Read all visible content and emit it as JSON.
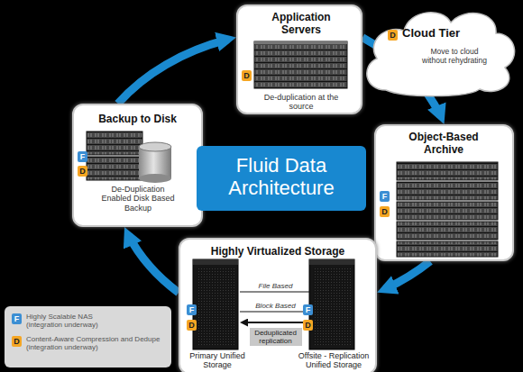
{
  "diagram": {
    "nodes": [
      {
        "text": [
          "Application Servers",
          "De-duplication at the source"
        ]
      },
      {
        "text": [
          "Cloud Tier",
          "Move to cloud without rehydrating"
        ]
      },
      {
        "text": [
          "Backup to Disk",
          "De-Duplication Enabled Disk Based Backup"
        ]
      },
      {
        "text": [
          "Fluid Data Architecture"
        ]
      },
      {
        "text": [
          "Object-Based Archive"
        ]
      },
      {
        "text": [
          "Highly Virtualized Storage"
        ]
      },
      {
        "text": [
          "Primary Unified Storage"
        ],
        "in": 5
      },
      {
        "text": [
          "Offsite - Replication Unified Storage"
        ],
        "in": 5
      }
    ],
    "edges": [
      {
        "from": 2,
        "to": 0,
        "arrow": "to"
      },
      {
        "from": 0,
        "to": 4,
        "arrow": "to"
      },
      {
        "from": 4,
        "to": 5,
        "arrow": "to"
      },
      {
        "from": 5,
        "to": 2,
        "arrow": "to"
      },
      {
        "from": 6,
        "to": 7,
        "label": "File Based",
        "arrow": "none"
      },
      {
        "from": 6,
        "to": 7,
        "label": "Block Based",
        "arrow": "none"
      },
      {
        "from": 7,
        "to": 6,
        "label": "Deduplicated replication",
        "arrow": "to"
      }
    ],
    "labels": [
      "D",
      "D",
      "F",
      "D",
      "F",
      "D",
      "F",
      "D",
      "F",
      "D",
      "F",
      "D"
    ],
    "legend": [
      {
        "text": "Highly Scalable NAS (integration underway)",
        "color": "#3b8ed3"
      },
      {
        "text": "Content-Aware Compression and Dedupe (integration underway)",
        "color": "#f5a623"
      }
    ]
  }
}
